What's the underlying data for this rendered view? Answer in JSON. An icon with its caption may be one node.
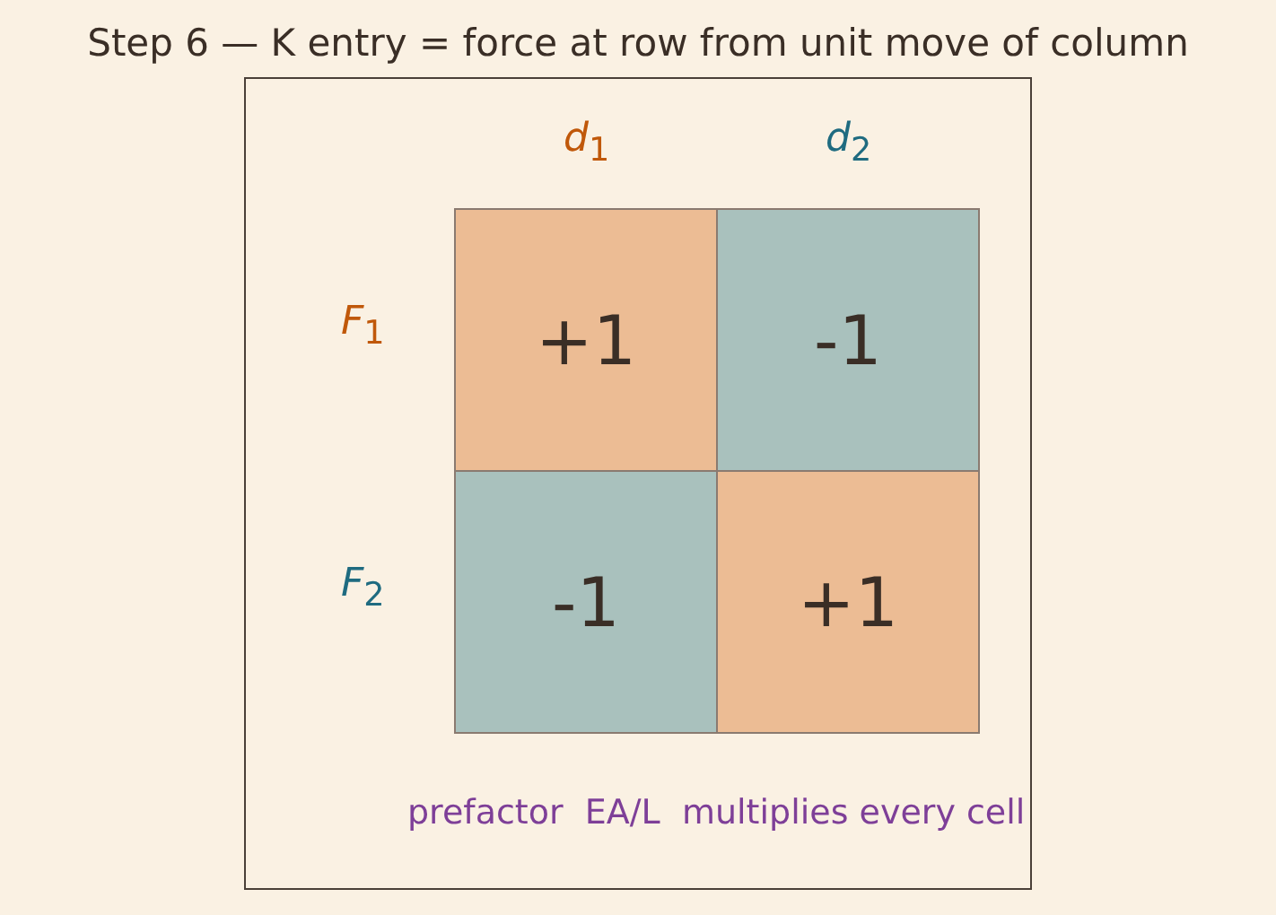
{
  "diagram": {
    "title": "Step 6 — K entry = force at row from unit move of column",
    "labels": [
      "*d*$_{1}$",
      "*d*$_{2}$",
      "*F*$_{1}$",
      "+1",
      "-1",
      "*F*$_{2}$",
      "-1",
      "+1",
      "prefactor  EA/L  multiplies every cell"
    ]
  }
}
